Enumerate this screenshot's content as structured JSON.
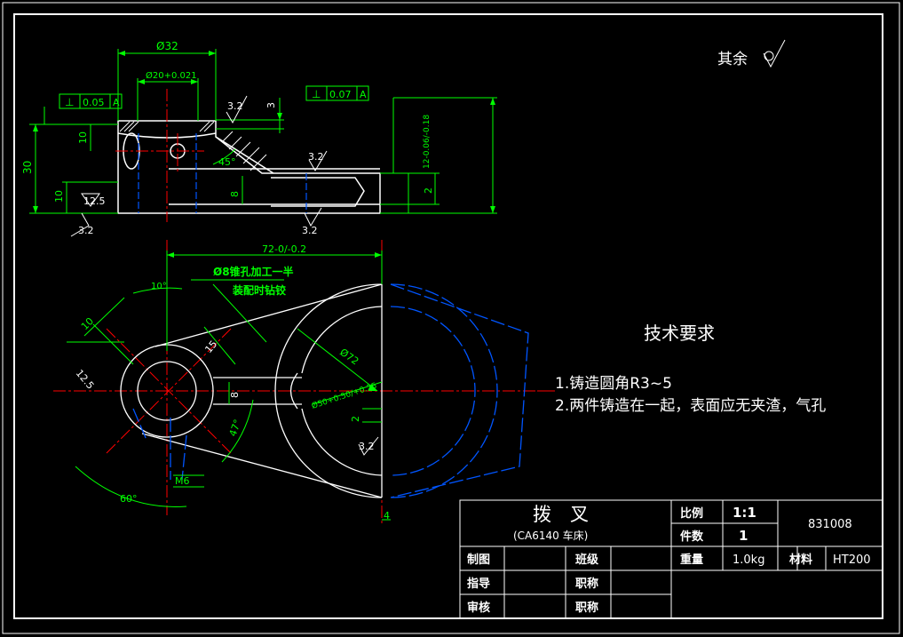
{
  "roughness_note": {
    "label": "其余"
  },
  "tech_requirements": {
    "title": "技术要求",
    "item1": "1.铸造圆角R3~5",
    "item2": "2.两件铸造在一起，表面应无夹渣，气孔"
  },
  "annotation": {
    "line1": "Ø8锥孔加工一半",
    "line2": "装配时钻铰"
  },
  "top_view": {
    "dim_top": "Ø32",
    "dim_hole": "Ø20+0.021",
    "dim_height": "30",
    "dim_10a": "10",
    "dim_10b": "10",
    "dim_3": "3",
    "dim_45": "45°",
    "dim_8": "8",
    "dim_2": "2",
    "dim_12": "12-0.06/-0.18",
    "rough_32a": "3.2",
    "rough_32b": "3.2",
    "rough_32c": "3.2",
    "rough_32d": "3.2",
    "rough_125": "12.5",
    "frame1_sym": "⊥",
    "frame1_val": "0.05",
    "frame1_ref": "A",
    "frame2_sym": "⊥",
    "frame2_val": "0.07",
    "frame2_ref": "A"
  },
  "front_view": {
    "dim_72len": "72-0/-0.2",
    "dim_10deg": "10°",
    "dim_10": "10",
    "dim_r125": "12.5",
    "dim_15": "15",
    "dim_phi72": "Ø72",
    "dim_phi50": "Ø50+0.50/+0.25",
    "dim_8": "8",
    "dim_47": "47°",
    "dim_2": "2",
    "dim_m6": "M6",
    "dim_60": "60°",
    "dim_4": "4",
    "rough_32": "3.2"
  },
  "title_block": {
    "part_name": "拨　叉",
    "machine": "(CA6140 车床)",
    "scale_label": "比例",
    "scale_value": "1:1",
    "count_label": "件数",
    "count_value": "1",
    "drawing_no": "831008",
    "weight_label": "重量",
    "weight_value": "1.0kg",
    "material_label": "材料",
    "material_value": "HT200",
    "drawn_label": "制图",
    "class_label": "班级",
    "advisor_label": "指导",
    "title1_label": "职称",
    "check_label": "审核",
    "title2_label": "职称"
  },
  "colors": {
    "outline": "#ffffff",
    "dimension": "#00ff00",
    "centerline": "#ff0000",
    "hidden": "#0055ff",
    "cyan": "#00ffff"
  }
}
